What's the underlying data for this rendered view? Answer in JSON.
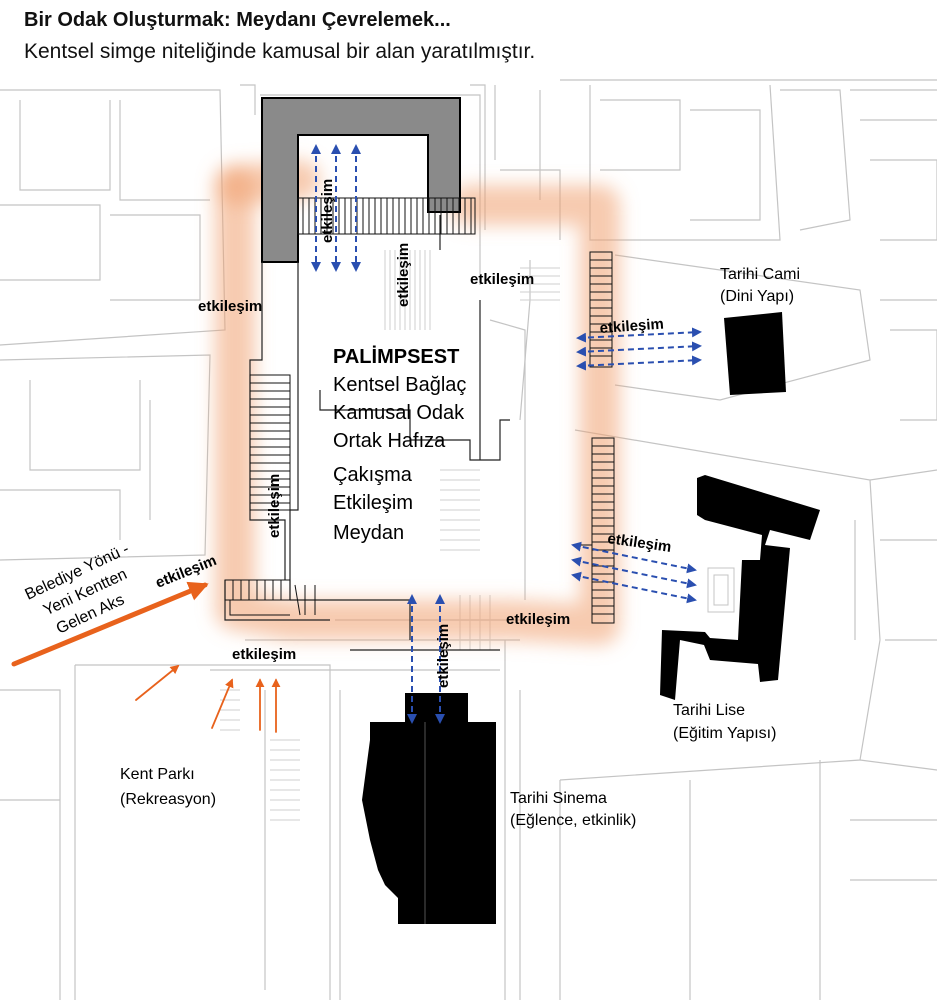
{
  "title": "Bir Odak Oluşturmak: Meydanı Çevrelemek...",
  "subtitle": "Kentsel simge niteliğinde kamusal bir alan yaratılmıştır.",
  "concept": {
    "heading": "PALİMPSEST",
    "lines": [
      "Kentsel Bağlaç",
      "Kamusal Odak",
      "Ortak Hafıza",
      "Çakışma",
      "Etkileşim",
      "Meydan"
    ]
  },
  "interaction_label": "etkileşim",
  "landmarks": {
    "mosque": [
      "Tarihi Cami",
      "(Dini Yapı)"
    ],
    "school": [
      "Tarihi Lise",
      "(Eğitim Yapısı)"
    ],
    "cinema": [
      "Tarihi Sinema",
      "(Eğlence, etkinlik)"
    ],
    "park": [
      "Kent Parkı",
      "(Rekreasyon)"
    ]
  },
  "axis_label": [
    "Belediye Yönü -",
    "Yeni Kentten",
    "Gelen Aks"
  ],
  "colors": {
    "accent_orange": "#e8621c",
    "glow_orange": "#f0a070",
    "arrow_blue": "#2a4fb0",
    "building_black": "#000000",
    "building_gray": "#8a8a8a",
    "context_lines": "#c4c4c4"
  }
}
